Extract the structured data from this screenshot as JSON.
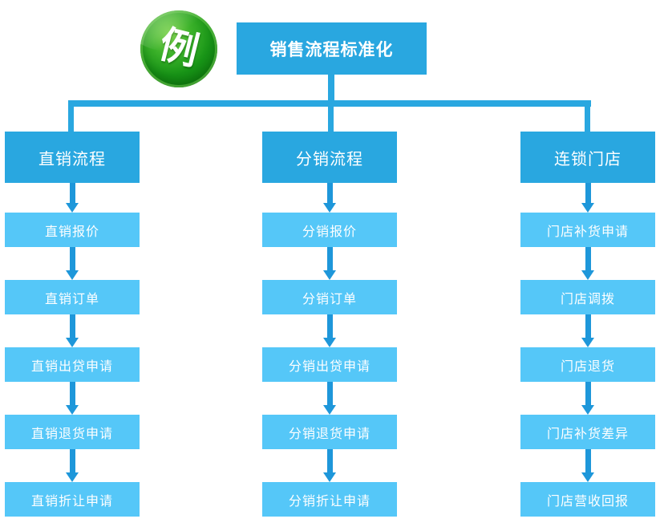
{
  "badge": {
    "label": "例"
  },
  "title": {
    "label": "销售流程标准化"
  },
  "colors": {
    "parent-blue": "#29a7e0",
    "child-blue": "#55c7f8",
    "connector-blue": "#29a7e0",
    "arrow-blue": "#1e97da",
    "text-white": "#ffffff",
    "badge-green-dark": "#0b720c",
    "badge-green-light": "#7fd44f"
  },
  "columns": [
    {
      "header": "直销流程",
      "items": [
        "直销报价",
        "直销订单",
        "直销出贷申请",
        "直销退货申请",
        "直销折让申请"
      ]
    },
    {
      "header": "分销流程",
      "items": [
        "分销报价",
        "分销订单",
        "分销出贷申请",
        "分销退货申请",
        "分销折让申请"
      ]
    },
    {
      "header": "连锁门店",
      "items": [
        "门店补货申请",
        "门店调拨",
        "门店退货",
        "门店补货差异",
        "门店营收回报"
      ]
    }
  ]
}
